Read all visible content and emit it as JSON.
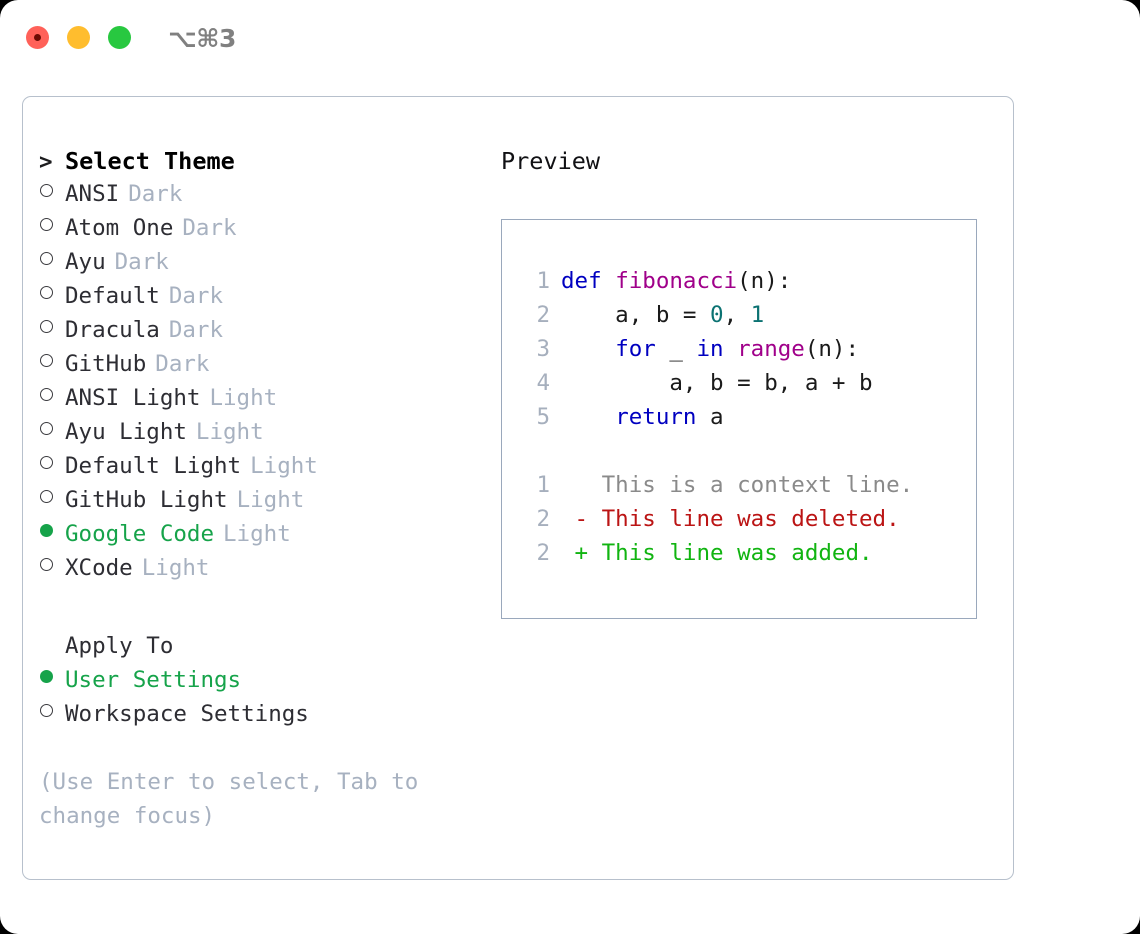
{
  "titlebar": {
    "shortcut": "⌥⌘3",
    "buttons": [
      {
        "name": "close",
        "color": "#ff6159"
      },
      {
        "name": "minimize",
        "color": "#ffbd2e"
      },
      {
        "name": "zoom",
        "color": "#28c840"
      }
    ]
  },
  "colors": {
    "selected_green": "#16a34a",
    "muted_tag": "#a7b1c0",
    "border": "#b7c0cc",
    "preview_border": "#9aa8bc",
    "keyword": "#0000c0",
    "function": "#a0008a",
    "number": "#0b7272",
    "diff_added": "#11b411",
    "diff_deleted": "#bb1414",
    "diff_context": "#8a8a8a"
  },
  "theme_picker": {
    "caret": ">",
    "heading": "Select Theme",
    "items": [
      {
        "marker": "o",
        "label": "ANSI",
        "tag": "Dark",
        "selected": false
      },
      {
        "marker": "o",
        "label": "Atom One",
        "tag": "Dark",
        "selected": false
      },
      {
        "marker": "o",
        "label": "Ayu",
        "tag": "Dark",
        "selected": false
      },
      {
        "marker": "o",
        "label": "Default",
        "tag": "Dark",
        "selected": false
      },
      {
        "marker": "o",
        "label": "Dracula",
        "tag": "Dark",
        "selected": false
      },
      {
        "marker": "o",
        "label": "GitHub",
        "tag": "Dark",
        "selected": false
      },
      {
        "marker": "o",
        "label": "ANSI Light",
        "tag": "Light",
        "selected": false
      },
      {
        "marker": "o",
        "label": "Ayu Light",
        "tag": "Light",
        "selected": false
      },
      {
        "marker": "o",
        "label": "Default Light",
        "tag": "Light",
        "selected": false
      },
      {
        "marker": "o",
        "label": "GitHub Light",
        "tag": "Light",
        "selected": false
      },
      {
        "marker": "●",
        "label": "Google Code",
        "tag": "Light",
        "selected": true
      },
      {
        "marker": "o",
        "label": "XCode",
        "tag": "Light",
        "selected": false
      }
    ]
  },
  "apply_to": {
    "heading": "Apply To",
    "items": [
      {
        "marker": "●",
        "label": "User Settings",
        "selected": true
      },
      {
        "marker": "o",
        "label": "Workspace Settings",
        "selected": false
      }
    ]
  },
  "hint": "(Use Enter to select, Tab to\nchange focus)",
  "preview": {
    "title": "Preview",
    "code_lines": [
      {
        "no": "1",
        "tokens": [
          {
            "t": "def",
            "c": "kw"
          },
          {
            "t": " ",
            "c": "pln"
          },
          {
            "t": "fibonacci",
            "c": "fn"
          },
          {
            "t": "(n):",
            "c": "pln"
          }
        ]
      },
      {
        "no": "2",
        "tokens": [
          {
            "t": "    a, b = ",
            "c": "pln"
          },
          {
            "t": "0",
            "c": "num"
          },
          {
            "t": ", ",
            "c": "pln"
          },
          {
            "t": "1",
            "c": "num"
          }
        ]
      },
      {
        "no": "3",
        "tokens": [
          {
            "t": "    ",
            "c": "pln"
          },
          {
            "t": "for",
            "c": "kw"
          },
          {
            "t": " _ ",
            "c": "pln"
          },
          {
            "t": "in",
            "c": "kw"
          },
          {
            "t": " ",
            "c": "pln"
          },
          {
            "t": "range",
            "c": "fn"
          },
          {
            "t": "(n):",
            "c": "pln"
          }
        ]
      },
      {
        "no": "4",
        "tokens": [
          {
            "t": "        a, b = b, a + b",
            "c": "pln"
          }
        ]
      },
      {
        "no": "5",
        "tokens": [
          {
            "t": "    ",
            "c": "pln"
          },
          {
            "t": "return",
            "c": "kw"
          },
          {
            "t": " a",
            "c": "pln"
          }
        ]
      }
    ],
    "diff_lines": [
      {
        "no": "1",
        "sign": " ",
        "text": "This is a context line.",
        "kind": "ctx"
      },
      {
        "no": "2",
        "sign": "-",
        "text": "This line was deleted.",
        "kind": "del"
      },
      {
        "no": "2",
        "sign": "+",
        "text": "This line was added.",
        "kind": "add"
      }
    ]
  }
}
